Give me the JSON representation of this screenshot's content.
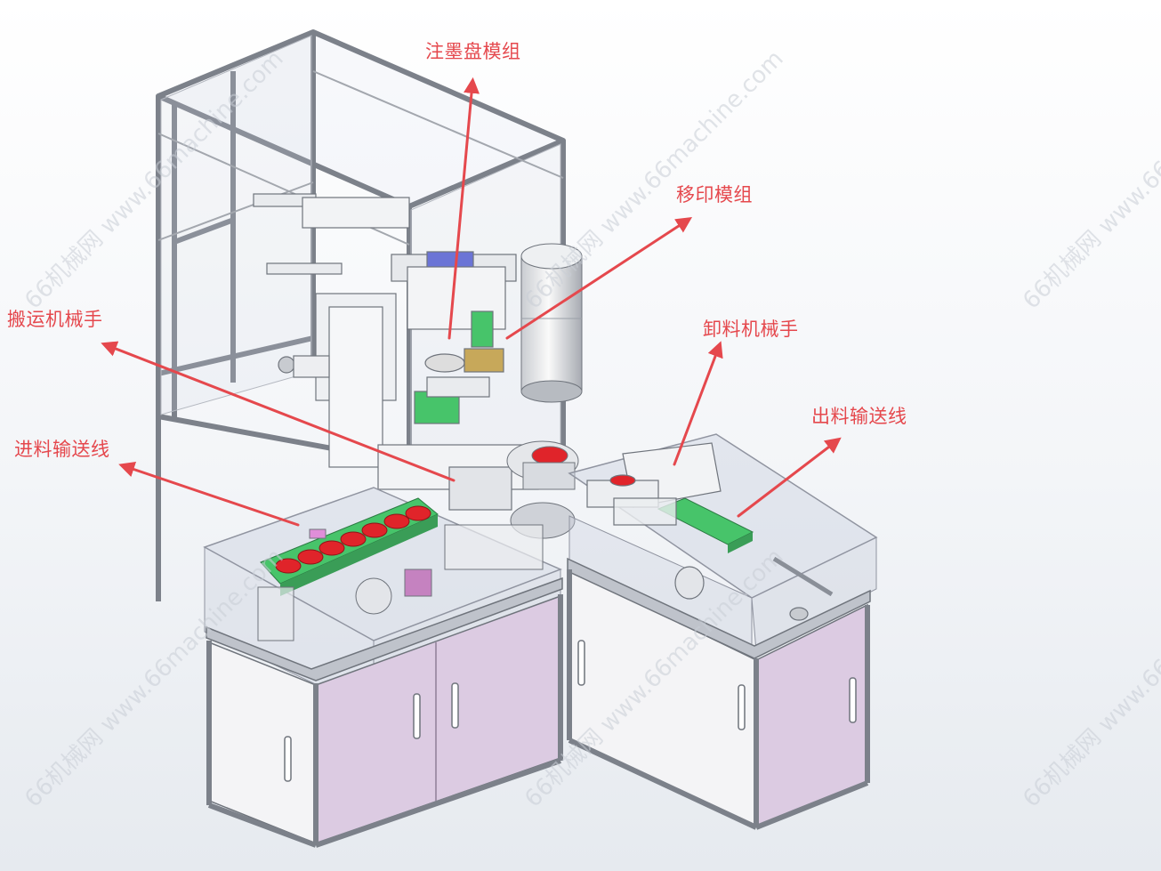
{
  "callouts": {
    "ink_tray_module": "注墨盘模组",
    "pad_print_module": "移印模组",
    "transfer_robot": "搬运机械手",
    "unload_robot": "卸料机械手",
    "outfeed_conveyor": "出料输送线",
    "infeed_conveyor": "进料输送线"
  },
  "watermark": "66机械网 www.66machine.com",
  "colors": {
    "annotation_red": "#e5484d",
    "frame_gray": "#8a8f98",
    "cabinet_lilac": "#d9c9e0",
    "conveyor_green": "#47c46a",
    "part_red": "#e0242a",
    "ink_blue": "#6b74d6"
  }
}
